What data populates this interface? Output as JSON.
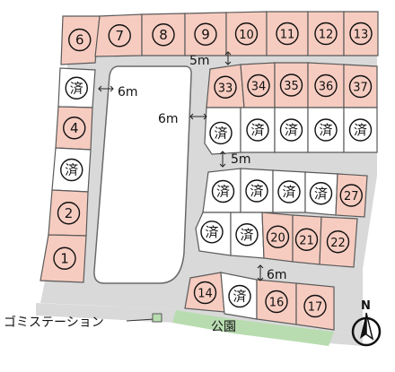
{
  "colors": {
    "available": "#f7ccc0",
    "sold": "#ffffff",
    "road": "#d9d9d9",
    "park": "#b8dcb0",
    "outline": "#5a5a5a"
  },
  "road_labels": {
    "top_road": "5m",
    "left_road": "6m",
    "middle_road": "6m",
    "center_road": "5m",
    "bottom_road": "6m"
  },
  "facilities": {
    "park": "公園",
    "garbage_station": "ゴミステーション"
  },
  "compass": {
    "label": "N",
    "icon": "north-arrow-icon"
  },
  "lots": [
    {
      "id": "top-6",
      "label": "6",
      "status": "available"
    },
    {
      "id": "top-7",
      "label": "7",
      "status": "available"
    },
    {
      "id": "top-8",
      "label": "8",
      "status": "available"
    },
    {
      "id": "top-9",
      "label": "9",
      "status": "available"
    },
    {
      "id": "top-10",
      "label": "10",
      "status": "available"
    },
    {
      "id": "top-11",
      "label": "11",
      "status": "available"
    },
    {
      "id": "top-12",
      "label": "12",
      "status": "available"
    },
    {
      "id": "top-13",
      "label": "13",
      "status": "available"
    },
    {
      "id": "left-a",
      "label": "済",
      "status": "sold"
    },
    {
      "id": "left-4",
      "label": "4",
      "status": "available"
    },
    {
      "id": "left-b",
      "label": "済",
      "status": "sold"
    },
    {
      "id": "left-2",
      "label": "2",
      "status": "available"
    },
    {
      "id": "left-1",
      "label": "1",
      "status": "available"
    },
    {
      "id": "r1-33",
      "label": "33",
      "status": "available"
    },
    {
      "id": "r1-34",
      "label": "34",
      "status": "available"
    },
    {
      "id": "r1-35",
      "label": "35",
      "status": "available"
    },
    {
      "id": "r1-36",
      "label": "36",
      "status": "available"
    },
    {
      "id": "r1-37",
      "label": "37",
      "status": "available"
    },
    {
      "id": "r2-a",
      "label": "済",
      "status": "sold"
    },
    {
      "id": "r2-b",
      "label": "済",
      "status": "sold"
    },
    {
      "id": "r2-c",
      "label": "済",
      "status": "sold"
    },
    {
      "id": "r2-d",
      "label": "済",
      "status": "sold"
    },
    {
      "id": "r2-e",
      "label": "済",
      "status": "sold"
    },
    {
      "id": "r3-a",
      "label": "済",
      "status": "sold"
    },
    {
      "id": "r3-b",
      "label": "済",
      "status": "sold"
    },
    {
      "id": "r3-c",
      "label": "済",
      "status": "sold"
    },
    {
      "id": "r3-d",
      "label": "済",
      "status": "sold"
    },
    {
      "id": "r3-27",
      "label": "27",
      "status": "available"
    },
    {
      "id": "r4-a",
      "label": "済",
      "status": "sold"
    },
    {
      "id": "r4-b",
      "label": "済",
      "status": "sold"
    },
    {
      "id": "r4-20",
      "label": "20",
      "status": "available"
    },
    {
      "id": "r4-21",
      "label": "21",
      "status": "available"
    },
    {
      "id": "r4-22",
      "label": "22",
      "status": "available"
    },
    {
      "id": "b-14",
      "label": "14",
      "status": "available"
    },
    {
      "id": "b-a",
      "label": "済",
      "status": "sold"
    },
    {
      "id": "b-16",
      "label": "16",
      "status": "available"
    },
    {
      "id": "b-17",
      "label": "17",
      "status": "available"
    }
  ]
}
